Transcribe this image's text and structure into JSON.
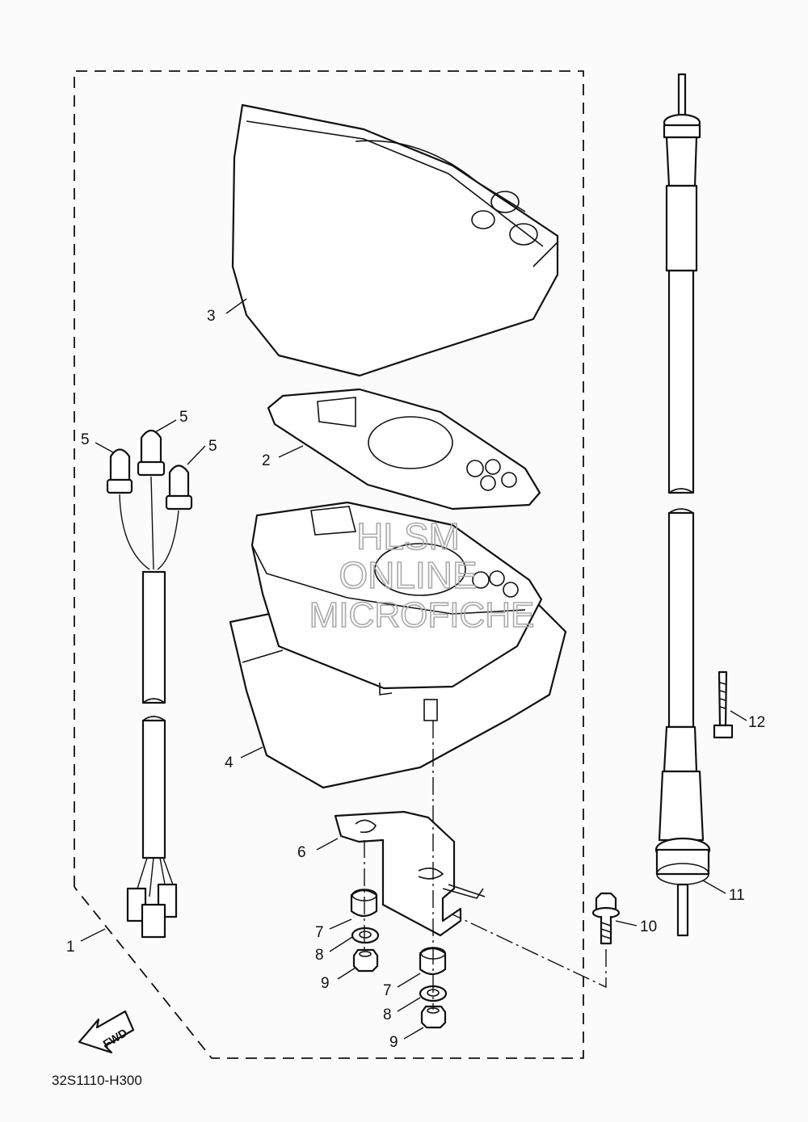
{
  "diagram": {
    "code": "32S1110-H300",
    "fwd_label": "FWD",
    "watermark": [
      "HLSM",
      "ONLINE",
      "MICROFICHE"
    ],
    "callouts": [
      "1",
      "2",
      "3",
      "4",
      "5",
      "5",
      "5",
      "6",
      "7",
      "7",
      "8",
      "8",
      "9",
      "9",
      "10",
      "11",
      "12"
    ]
  }
}
